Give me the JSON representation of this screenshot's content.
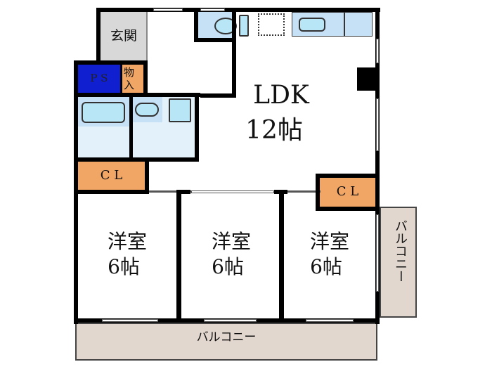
{
  "floorplan": {
    "colors": {
      "wall": "#000000",
      "entrance": "#d8d8d8",
      "ps": "#1020d0",
      "storage": "#f2a666",
      "wet_area": "#c6e0f5",
      "wet_floor": "#e3f1fb",
      "fixture": "#b8e6f7",
      "balcony": "#e2d7ce"
    },
    "rooms": {
      "entrance": {
        "label": "玄関"
      },
      "ps": {
        "label": "P S"
      },
      "storage": {
        "label": "物入"
      },
      "ldk": {
        "label": "LDK",
        "size": "12帖"
      },
      "cl_left": {
        "label": "C L"
      },
      "cl_right": {
        "label": "C L"
      },
      "room1": {
        "label": "洋室",
        "size": "6帖"
      },
      "room2": {
        "label": "洋室",
        "size": "6帖"
      },
      "room3": {
        "label": "洋室",
        "size": "6帖"
      },
      "balcony_bottom": {
        "label": "バルコニー"
      },
      "balcony_side": {
        "label": "バルコニー"
      }
    }
  }
}
